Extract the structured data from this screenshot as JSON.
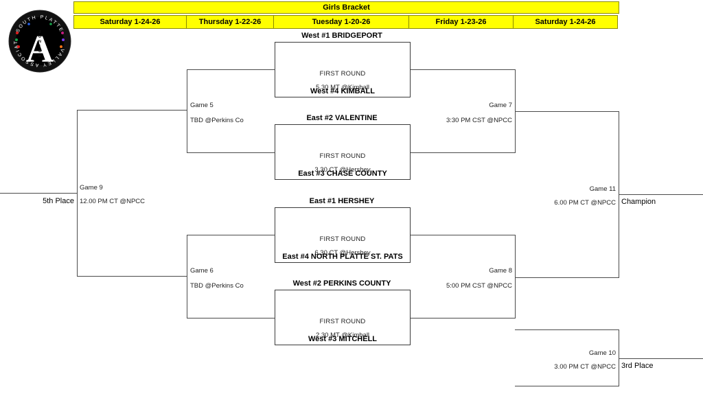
{
  "header": {
    "title": "Girls Bracket",
    "columns": [
      {
        "label": "Saturday 1-24-26",
        "width": 165
      },
      {
        "label": "Thursday 1-22-26",
        "width": 128
      },
      {
        "label": "Tuesday 1-20-26",
        "width": 198
      },
      {
        "label": "Friday 1-23-26",
        "width": 152
      },
      {
        "label": "Saturday 1-24-26",
        "width": 152
      }
    ]
  },
  "logo": {
    "alt": "south-platte-valley-association-logo",
    "letter": "A",
    "arc_top": "SOUTH PLATTE",
    "arc_bottom": "VALLEY ASSOCIATION",
    "vertical_text": "JUNIOR HIGH"
  },
  "first_round": [
    {
      "id": "game-1",
      "top_team": "West #1 BRIDGEPORT",
      "round": "FIRST ROUND",
      "time": "5.30 MT @Kimball",
      "bottom_team": "West #4 KIMBALL"
    },
    {
      "id": "game-2",
      "top_team": "East #2 VALENTINE",
      "round": "FIRST ROUND",
      "time": "3.30  CT @Hershey",
      "bottom_team": "East #3 CHASE COUNTY"
    },
    {
      "id": "game-3",
      "top_team": "East #1 HERSHEY",
      "round": "FIRST ROUND",
      "time": "6.30 CT @Hershey",
      "bottom_team": "East #4 NORTH PLATTE ST. PATS"
    },
    {
      "id": "game-4",
      "top_team": "West #2 PERKINS COUNTY",
      "round": "FIRST ROUND",
      "time": "2.30 MT @Kimball",
      "bottom_team": "West #3 MITCHELL"
    }
  ],
  "games": {
    "game5": {
      "name": "Game 5",
      "detail": "TBD @Perkins Co"
    },
    "game6": {
      "name": "Game 6",
      "detail": "TBD @Perkins Co"
    },
    "game7": {
      "name": "Game 7",
      "detail": "3:30 PM CST @NPCC"
    },
    "game8": {
      "name": "Game 8",
      "detail": "5:00 PM CST @NPCC"
    },
    "game9": {
      "name": "Game 9",
      "detail": "12.00 PM CT @NPCC"
    },
    "game10": {
      "name": "Game 10",
      "detail": "3.00 PM CT @NPCC"
    },
    "game11": {
      "name": "Game 11",
      "detail": "6.00 PM CT @NPCC"
    }
  },
  "outcomes": {
    "fifth_place": "5th Place",
    "champion": "Champion",
    "third_place": "3rd Place"
  }
}
